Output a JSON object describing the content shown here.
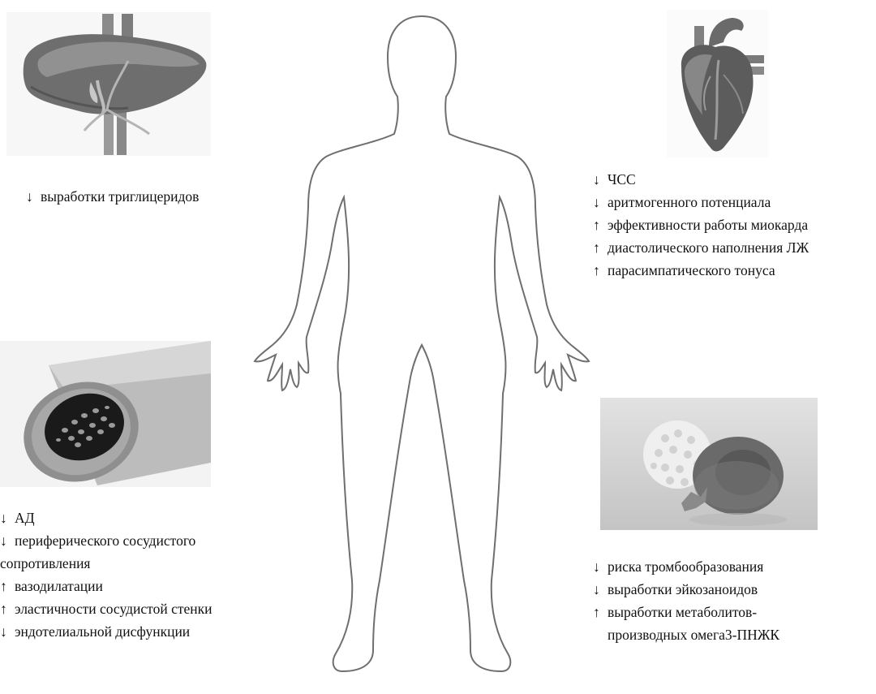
{
  "liver": {
    "image_icon": "liver-illustration",
    "effects": [
      {
        "arrow": "↓",
        "text": "выработки триглицеридов"
      }
    ]
  },
  "heart": {
    "image_icon": "heart-illustration",
    "effects": [
      {
        "arrow": "↓",
        "text": "ЧСС"
      },
      {
        "arrow": "↓",
        "text": "аритмогенного потенциала"
      },
      {
        "arrow": "↑",
        "text": "эффективности работы миокарда"
      },
      {
        "arrow": "↑",
        "text": "диастолического наполнения ЛЖ"
      },
      {
        "arrow": "↑",
        "text": "парасимпатического тонуса"
      }
    ]
  },
  "vessel": {
    "image_icon": "blood-vessel-illustration",
    "effects": [
      {
        "arrow": "↓",
        "text": "АД"
      },
      {
        "arrow": "↓",
        "text": "периферического сосудистого"
      },
      {
        "arrow": "",
        "text": "сопротивления"
      },
      {
        "arrow": "↑",
        "text": "вазодилатации"
      },
      {
        "arrow": "↑",
        "text": "эластичности сосудистой стенки"
      },
      {
        "arrow": "↓",
        "text": "эндотелиальной дисфункции"
      }
    ]
  },
  "blood_cells": {
    "image_icon": "blood-cells-illustration",
    "effects": [
      {
        "arrow": "↓",
        "text": "риска тромбообразования"
      },
      {
        "arrow": "↓",
        "text": "выработки эйкозаноидов"
      },
      {
        "arrow": "↑",
        "text": "выработки метаболитов-"
      },
      {
        "arrow": "",
        "text": "производных омега3-ПНЖК"
      }
    ]
  },
  "body_icon": "human-body-outline-icon"
}
